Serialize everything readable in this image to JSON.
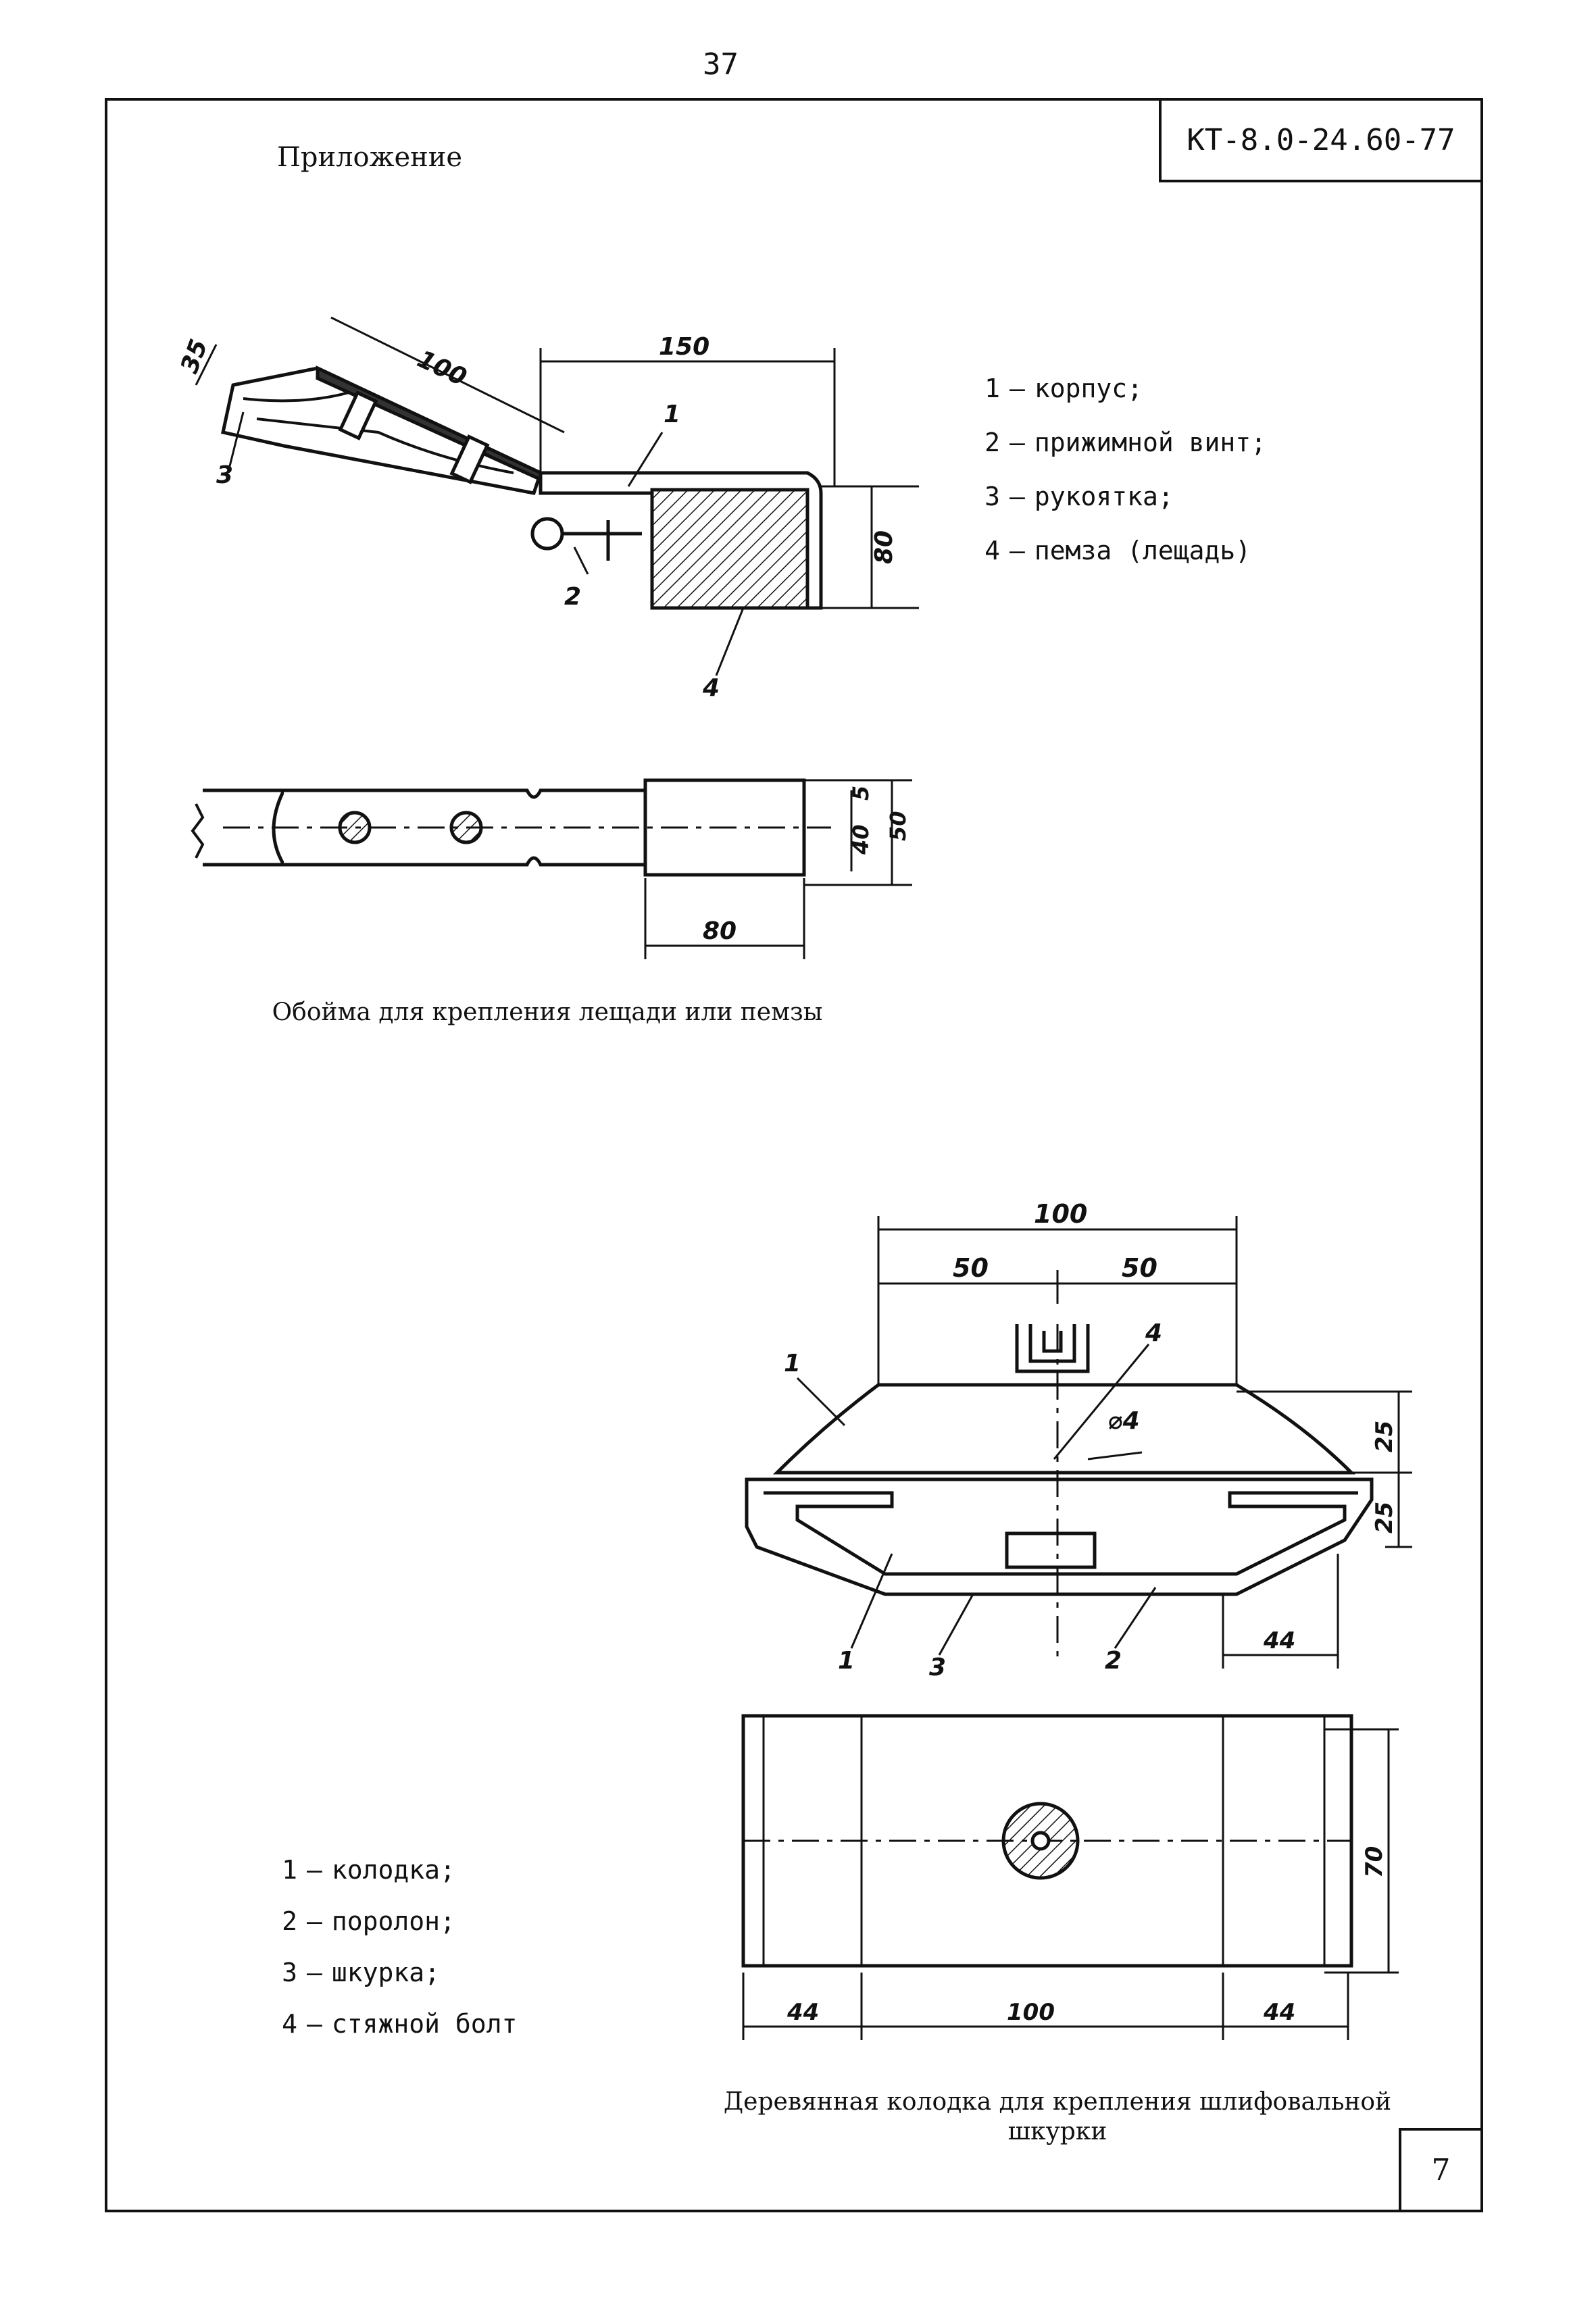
{
  "header": {
    "page_number": "37",
    "appendix_label": "Приложение",
    "document_code": "КТ-8.0-24.60-77"
  },
  "figure1": {
    "legend": [
      {
        "num": "1",
        "text": "корпус;"
      },
      {
        "num": "2",
        "text": "прижимной винт;"
      },
      {
        "num": "3",
        "text": "рукоятка;"
      },
      {
        "num": "4",
        "text": "пемза (лещадь)"
      }
    ],
    "dimensions": {
      "handle_length": "100",
      "handle_width": "35",
      "body_length": "150",
      "height": "80",
      "plan_width": "50",
      "plan_inner": "40",
      "plan_offset": "5",
      "plan_length": "80"
    },
    "callouts": [
      "1",
      "2",
      "3",
      "4"
    ],
    "caption": "Обойма для крепления лещади или пемзы"
  },
  "figure2": {
    "legend": [
      {
        "num": "1",
        "text": "колодка;"
      },
      {
        "num": "2",
        "text": "поролон;"
      },
      {
        "num": "3",
        "text": "шкурка;"
      },
      {
        "num": "4",
        "text": "стяжной болт"
      }
    ],
    "dimensions": {
      "total_width": "100",
      "half_left": "50",
      "half_right": "50",
      "bolt_diameter": "⌀4",
      "top_height": "25",
      "bottom_height": "25",
      "chamfer": "44",
      "plan_height": "70",
      "plan_left": "44",
      "plan_middle": "100",
      "plan_right": "44"
    },
    "callouts": [
      "1",
      "1",
      "2",
      "3",
      "4"
    ],
    "caption_line1": "Деревянная колодка для крепления шлифовальной",
    "caption_line2": "шкурки"
  },
  "footer": {
    "sheet_number": "7"
  }
}
